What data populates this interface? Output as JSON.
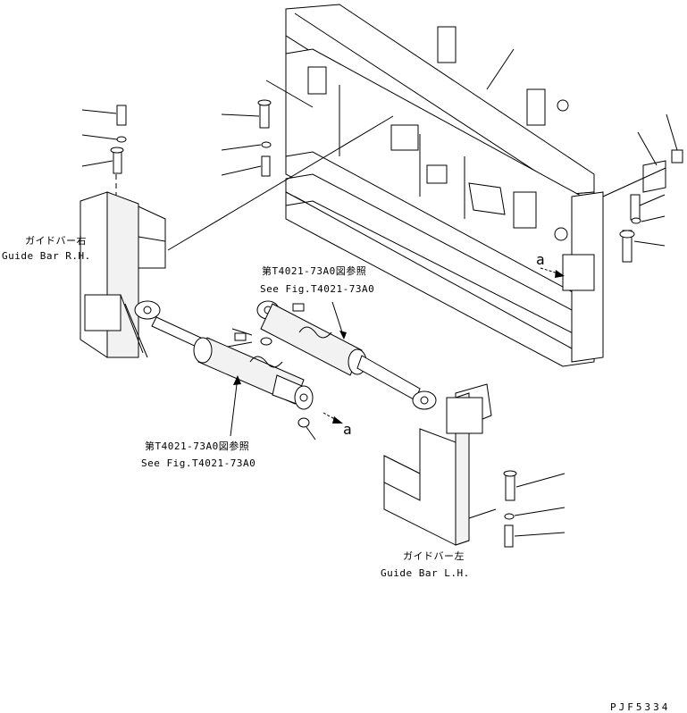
{
  "labels": {
    "guide_bar_rh_jp": "ガイドバー右",
    "guide_bar_rh_en": "Guide Bar R.H.",
    "guide_bar_lh_jp": "ガイドバー左",
    "guide_bar_lh_en": "Guide Bar L.H.",
    "ref_upper_jp": "第T4021-73A0図参照",
    "ref_upper_en": "See Fig.T4021-73A0",
    "ref_lower_jp": "第T4021-73A0図参照",
    "ref_lower_en": "See Fig.T4021-73A0",
    "marker_a_upper": "a",
    "marker_a_lower": "a",
    "drawing_code": "PJF5334"
  }
}
